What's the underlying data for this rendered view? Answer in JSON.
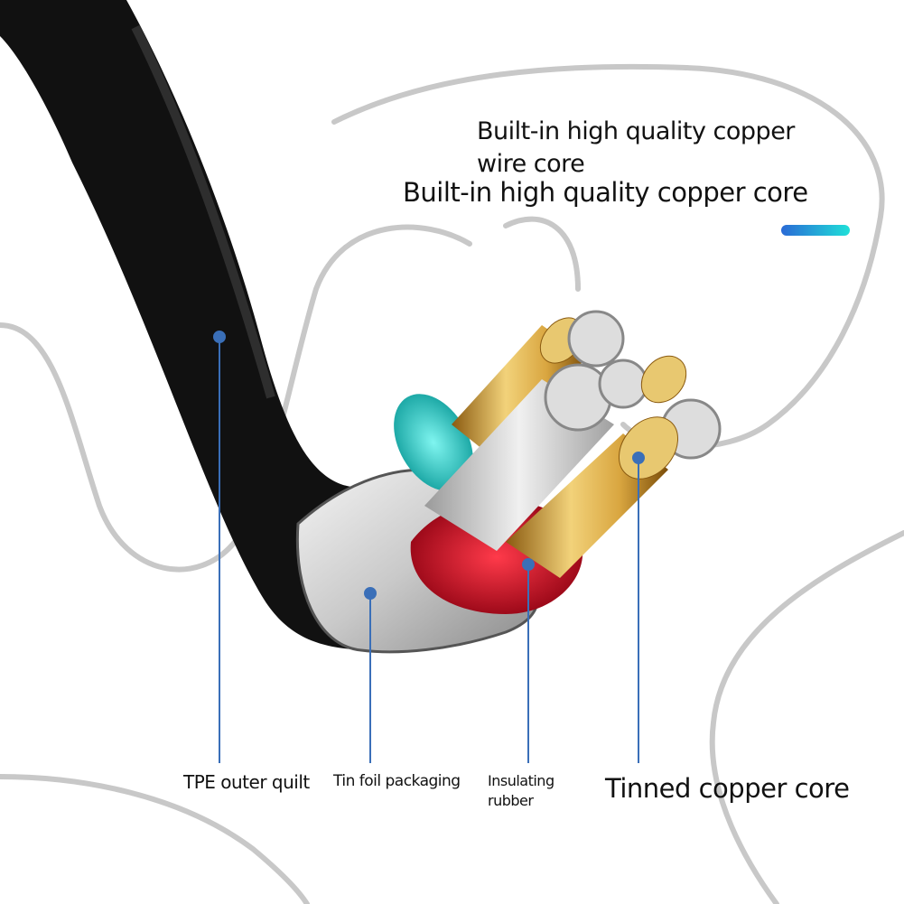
{
  "headline": {
    "line1": "Built-in high quality copper wire core",
    "line2": "Built-in high quality copper core"
  },
  "labels": [
    {
      "text": "TPE outer quilt"
    },
    {
      "text": "Tin foil packaging"
    },
    {
      "text": "Insulating rubber"
    },
    {
      "text": "Tinned copper core"
    }
  ],
  "colors": {
    "accent_start": "#2a6ad6",
    "accent_end": "#1fe0d8",
    "leader": "#3a6fb8"
  }
}
